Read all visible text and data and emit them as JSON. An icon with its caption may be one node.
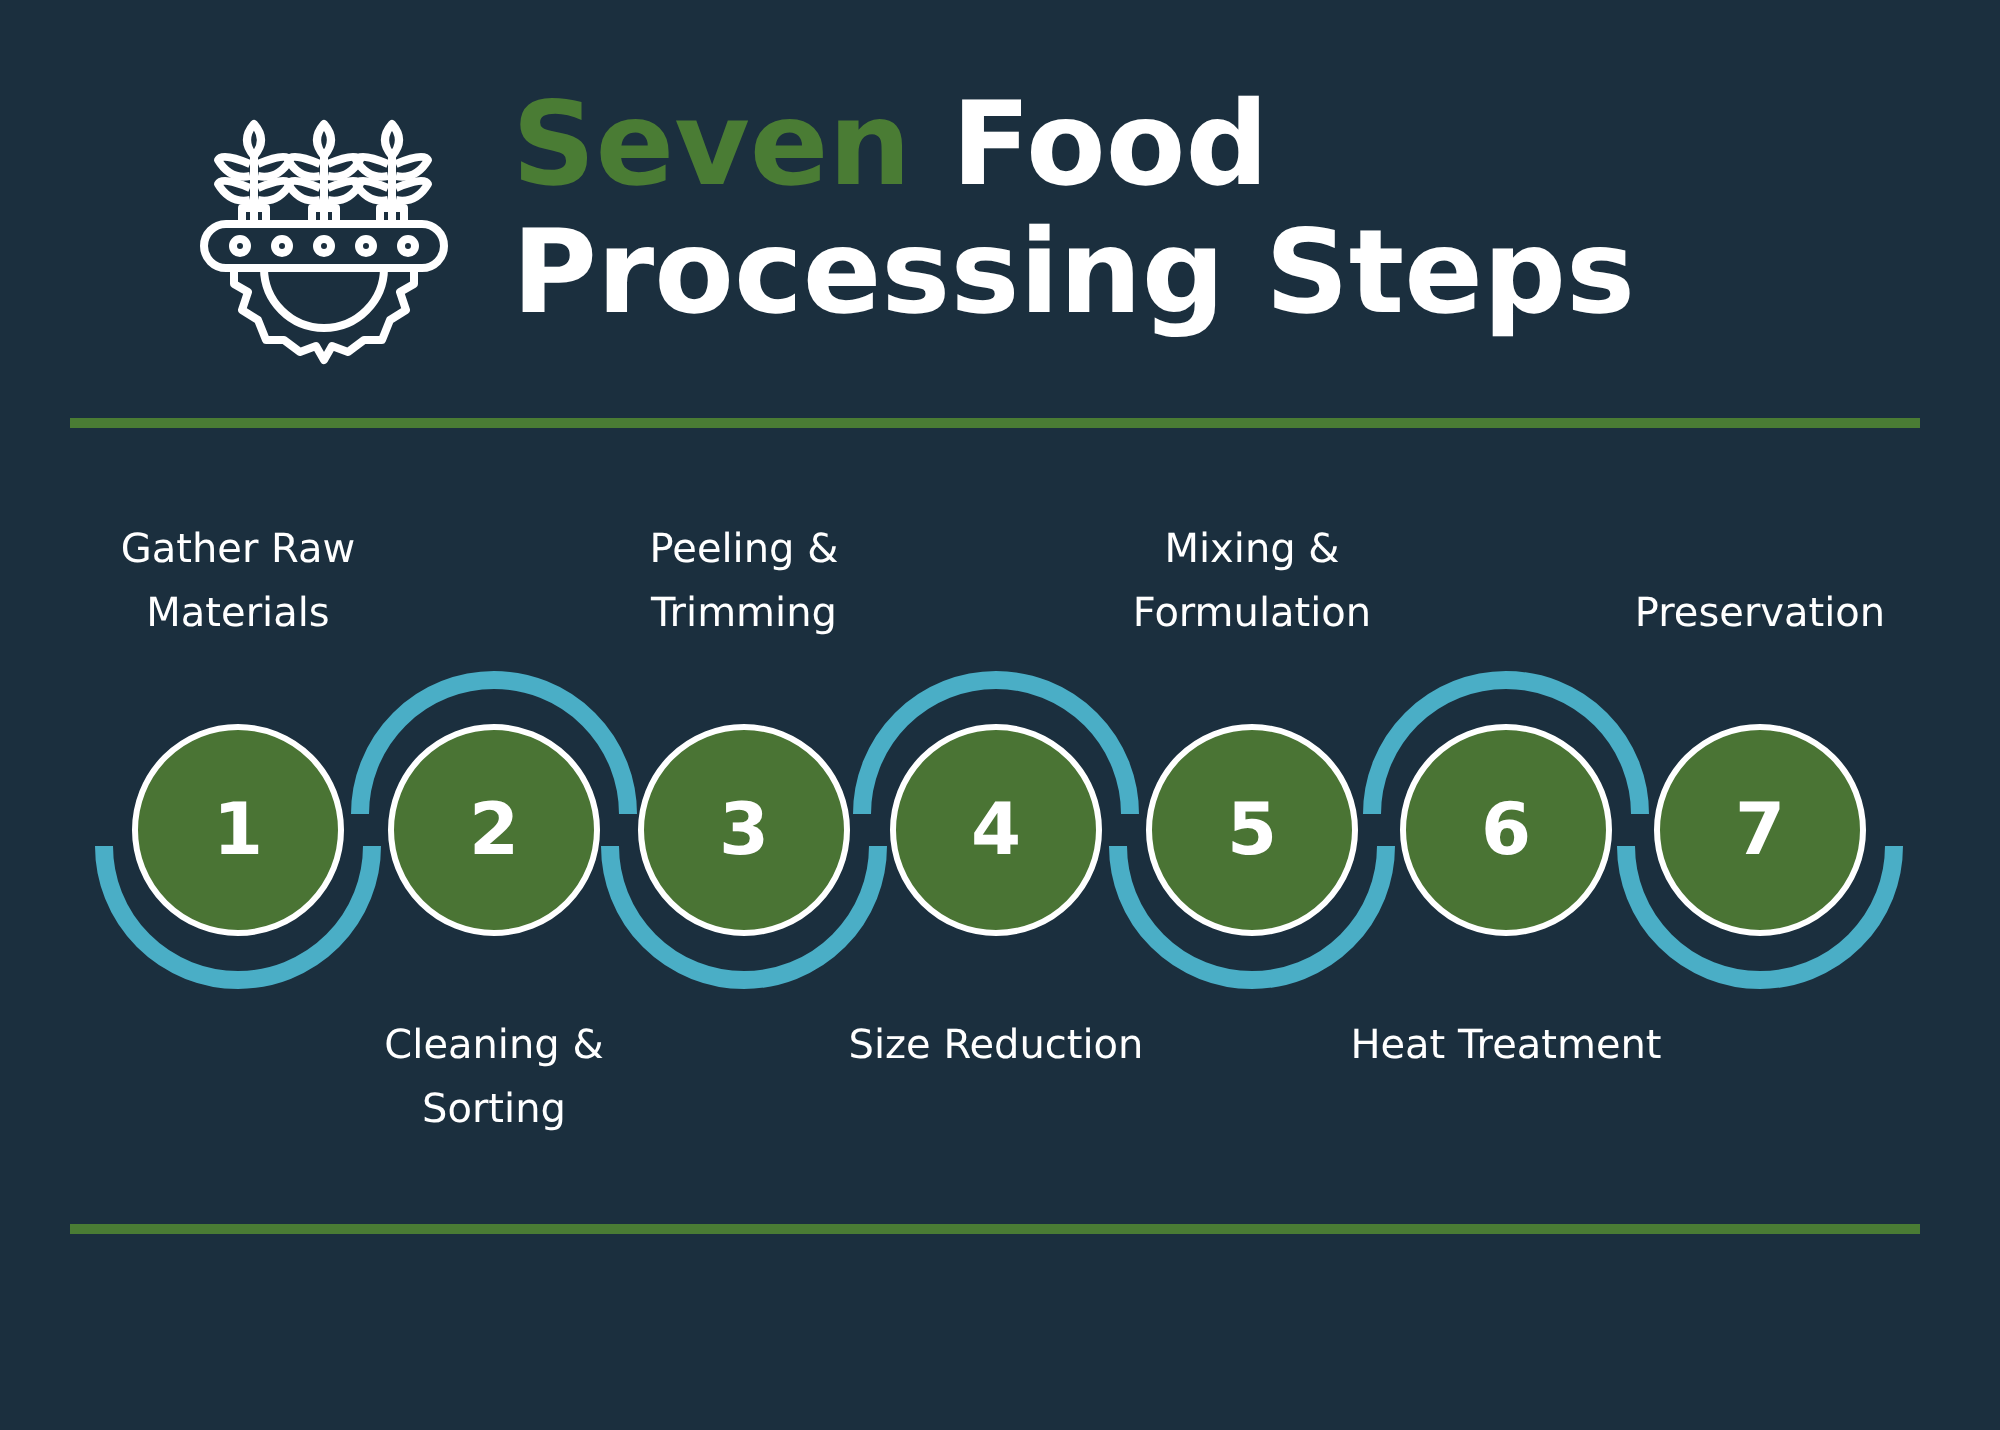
{
  "diagram": {
    "title": "Seven Food Processing Steps",
    "nodes": [
      {
        "text": [
          "1"
        ],
        "beside": [
          "Gather Raw Materials"
        ]
      },
      {
        "text": [
          "2"
        ],
        "beside": [
          "Cleaning & Sorting"
        ]
      },
      {
        "text": [
          "3"
        ],
        "beside": [
          "Peeling & Trimming"
        ]
      },
      {
        "text": [
          "4"
        ],
        "beside": [
          "Size Reduction"
        ]
      },
      {
        "text": [
          "5"
        ],
        "beside": [
          "Mixing & Formulation"
        ]
      },
      {
        "text": [
          "6"
        ],
        "beside": [
          "Heat Treatment"
        ]
      },
      {
        "text": [
          "7"
        ],
        "beside": [
          "Preservation"
        ]
      }
    ]
  }
}
